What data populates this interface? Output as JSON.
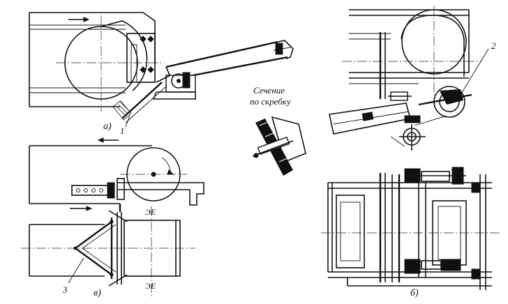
{
  "labels": {
    "view_a": "а)",
    "view_b": "б)",
    "view_v": "в)",
    "item_1": "1",
    "item_2": "2",
    "item_3": "3",
    "section_line1": "Сечение",
    "section_line2": "по скребку",
    "mark_top": "ЭЕ",
    "mark_bottom": "ЭЕ"
  }
}
